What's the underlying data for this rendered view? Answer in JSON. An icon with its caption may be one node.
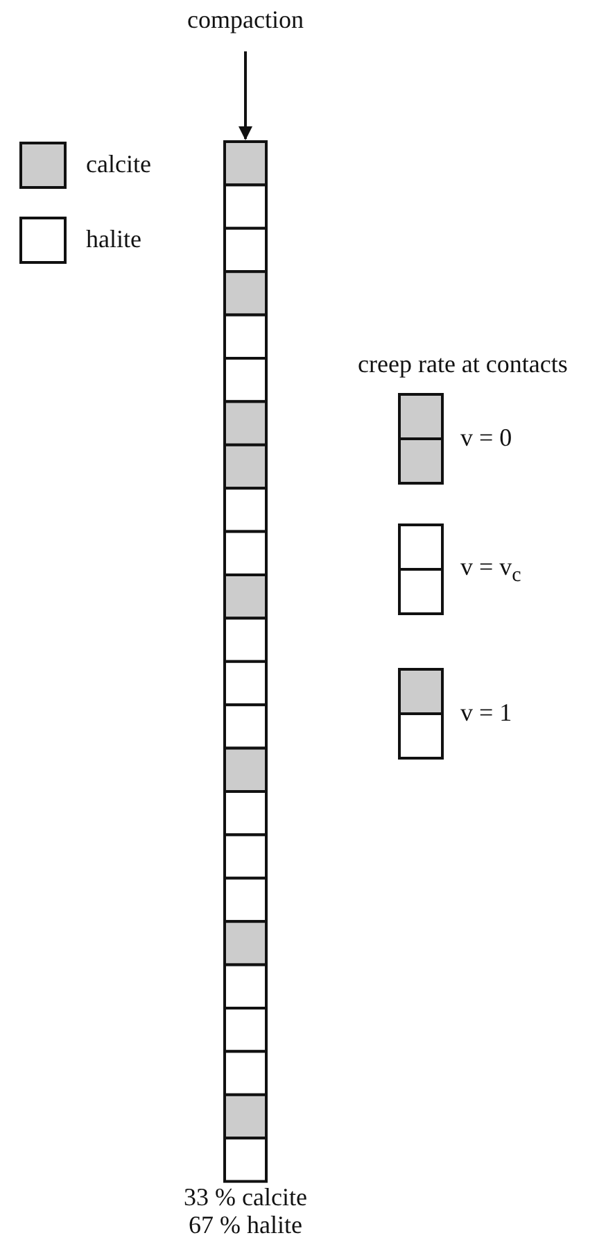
{
  "diagram": {
    "labels": [
      "compaction",
      "creep rate at contacts",
      "v = 0",
      "v = v$_{c}$",
      "v = 1",
      "33 % calcite",
      "67 % halite"
    ],
    "legend": [
      {
        "text": "calcite",
        "color": "#cccccc"
      },
      {
        "text": "halite",
        "color": "#ffffff"
      }
    ]
  }
}
